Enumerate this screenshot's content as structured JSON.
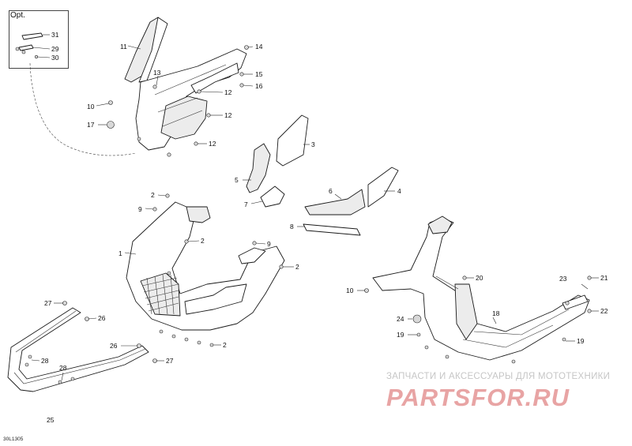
{
  "drawing": {
    "code": "30L1305",
    "option_label": "Opt."
  },
  "watermark": {
    "tagline": "ЗАПЧАСТИ И АКСЕССУАРЫ ДЛЯ МОТОТЕХНИКИ",
    "brand": "PARTSFOR.RU",
    "color": "#e8a4a4"
  },
  "callouts": {
    "c31": "31",
    "c29": "29",
    "c30": "30",
    "c11": "11",
    "c14": "14",
    "c15": "15",
    "c13": "13",
    "c16": "16",
    "c12a": "12",
    "c10a": "10",
    "c12b": "12",
    "c17": "17",
    "c12c": "12",
    "c3": "3",
    "c5": "5",
    "c7": "7",
    "c6": "6",
    "c4": "4",
    "c8": "8",
    "c2a": "2",
    "c9a": "9",
    "c2b": "2",
    "c1": "1",
    "c9b": "9",
    "c2c": "2",
    "c27a": "27",
    "c26a": "26",
    "c26b": "26",
    "c28a": "28",
    "c28b": "28",
    "c27b": "27",
    "c25": "25",
    "c2d": "2",
    "c10b": "10",
    "c20": "20",
    "c23": "23",
    "c21": "21",
    "c22": "22",
    "c24": "24",
    "c18": "18",
    "c19a": "19",
    "c19b": "19"
  }
}
